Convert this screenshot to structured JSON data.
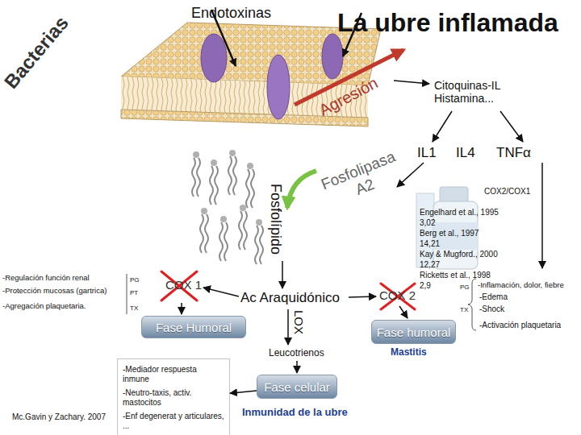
{
  "diagram": {
    "title": "La ubre inflamada",
    "nodes": [
      {
        "text": [
          "Fase Humoral"
        ]
      },
      {
        "text": [
          "Fase humoral"
        ]
      },
      {
        "text": [
          "-Mediador respuesta inmune",
          "-Neutro-taxis, activ. mastocitos",
          "-Enf degenerat y articulares, ..."
        ]
      },
      {
        "text": [
          "Fase celular"
        ]
      }
    ],
    "edges": [
      {
        "from": 3,
        "to": 2,
        "arrow": "to"
      }
    ],
    "labels": [
      "Bacterias",
      "Endotoxinas",
      "Agresión",
      "Citoquinas-IL Histamina...",
      "IL1",
      "IL4",
      "TNFα",
      "Fosfolípido",
      "Fosfolipasa A2",
      "COX2/COX1",
      "Engelhard et al., 1995",
      "3,02",
      "Berg et al., 1997",
      "14,21",
      "Kay & Mugford., 2000",
      "12,27",
      "Ricketts et al., 1998",
      "2,9",
      "-Regulación función renal",
      "PG",
      "-Protección mucosas (gartrica)",
      "PT",
      "COX 1",
      "Ac Araquidónico",
      "COX 2",
      "-Inflamación, dolor, fiebre",
      "PG",
      "-Edema",
      "-Agregación plaquetaria.",
      "TX",
      "TX",
      "-Shock",
      "LOX",
      "-Activación plaquetaria",
      "Mastitis",
      "Leucotrienos",
      "Inmunidad de la ubre",
      "Mc.Gavin y Zachary. 2007"
    ]
  }
}
